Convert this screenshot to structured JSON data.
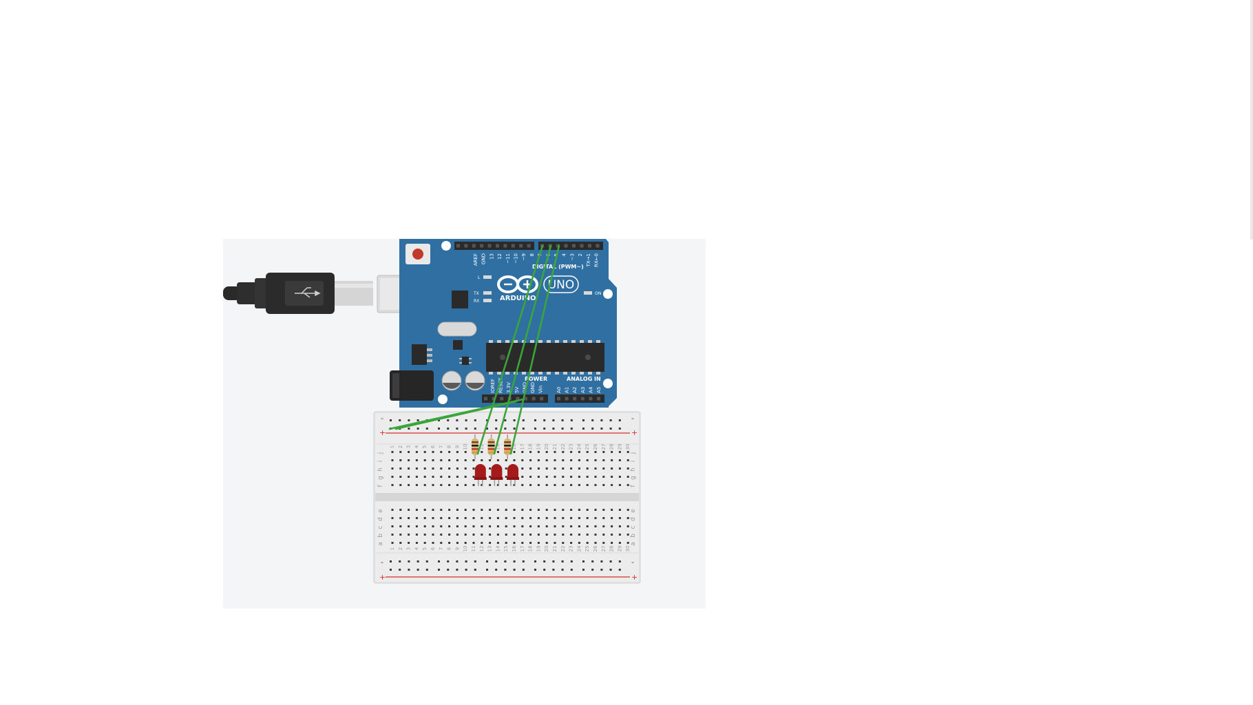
{
  "canvas": {
    "background": "#f4f5f7",
    "page_background": "#ffffff"
  },
  "board": {
    "color": "#2f6fa2",
    "logo_text": "ARDUINO",
    "model_text": "UNO",
    "digital_label": "DIGITAL (PWM~)",
    "power_label": "POWER",
    "analog_label": "ANALOG IN",
    "on_label": "ON",
    "led_labels": [
      "L",
      "TX",
      "RX"
    ],
    "digital_pins": [
      "AREF",
      "GND",
      "13",
      "12",
      "~11",
      "~10",
      "~9",
      "8",
      "7",
      "~6",
      "~5",
      "4",
      "~3",
      "2",
      "TX→1",
      "RX←0"
    ],
    "power_pins": [
      "IOREF",
      "RESET",
      "3.3V",
      "5V",
      "GND",
      "GND",
      "Vin"
    ],
    "analog_pins": [
      "A0",
      "A1",
      "A2",
      "A3",
      "A4",
      "A5"
    ]
  },
  "breadboard": {
    "columns": 30,
    "rows_top": [
      "j",
      "i",
      "h",
      "g",
      "f"
    ],
    "rows_bottom": [
      "e",
      "d",
      "c",
      "b",
      "a"
    ],
    "rail_minus": "-",
    "rail_plus": "+"
  },
  "wires": {
    "color": "#3aa63a"
  },
  "leds": {
    "color": "#a51b1b",
    "count": 3
  },
  "resistors": {
    "count": 3
  }
}
